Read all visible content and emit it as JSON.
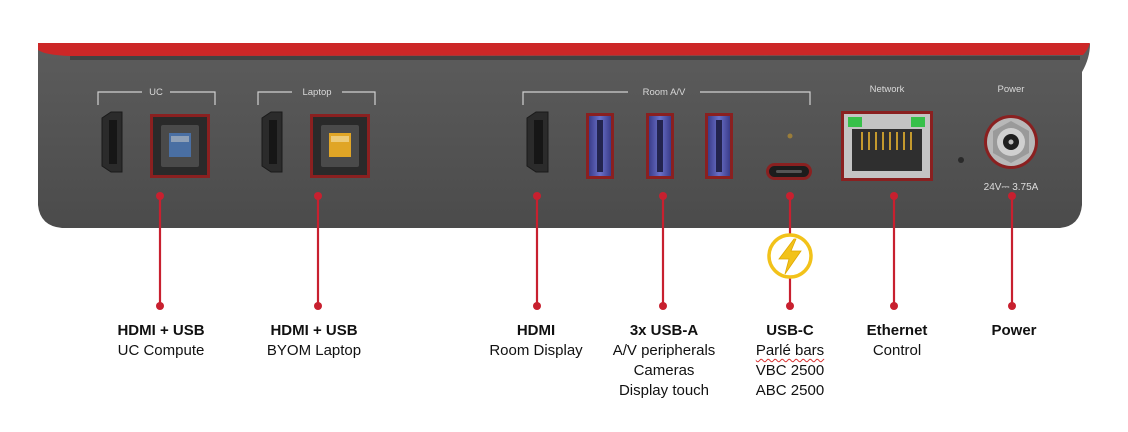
{
  "panel": {
    "group_labels": {
      "uc": "UC",
      "laptop": "Laptop",
      "room_av": "Room A/V",
      "network": "Network",
      "power": "Power"
    },
    "power_rating": "24V⎓ 3.75A"
  },
  "callouts": [
    {
      "id": "uc",
      "title": "HDMI + USB",
      "lines": [
        "UC Compute"
      ]
    },
    {
      "id": "byom",
      "title": "HDMI + USB",
      "lines": [
        "BYOM Laptop"
      ]
    },
    {
      "id": "hdmi",
      "title": "HDMI",
      "lines": [
        "Room Display"
      ]
    },
    {
      "id": "usba",
      "title": "3x USB-A",
      "lines": [
        "A/V peripherals",
        "Cameras",
        "Display touch"
      ]
    },
    {
      "id": "usbc",
      "title": "USB-C",
      "lines": [
        "Parlé bars",
        "VBC 2500",
        "ABC 2500"
      ]
    },
    {
      "id": "ethernet",
      "title": "Ethernet",
      "lines": [
        "Control"
      ]
    },
    {
      "id": "power",
      "title": "Power",
      "lines": []
    }
  ],
  "colors": {
    "callout_red": "#c8202f",
    "chassis": "#5a5a5a",
    "chassis_top": "#d22a2a",
    "bolt": "#f2c21a"
  },
  "icons": {
    "bolt": "lightning-bolt-icon"
  }
}
